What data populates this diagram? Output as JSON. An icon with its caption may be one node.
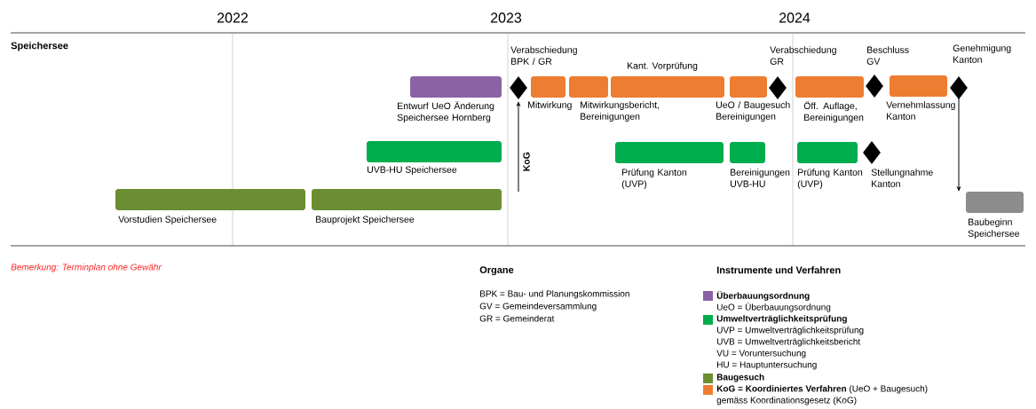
{
  "diagram": {
    "nodes": [
      {
        "text": [
          "Entwurf UeO Änderung Speichersee Hornberg"
        ]
      },
      {
        "text": [
          "Verabschiedung BPK / GR"
        ]
      },
      {
        "text": [
          "Mitwirkung"
        ]
      },
      {
        "text": [
          "Mitwirkungsbericht, Bereinigungen"
        ]
      },
      {
        "text": [
          "Kant. Vorprüfung"
        ]
      },
      {
        "text": [
          "UeO / Baugesuch Bereinigungen"
        ]
      },
      {
        "text": [
          "Verabschiedung GR"
        ]
      },
      {
        "text": [
          "Öff. Auflage, Bereinigungen"
        ]
      },
      {
        "text": [
          "Beschluss GV"
        ]
      },
      {
        "text": [
          "Vernehmlassung Kanton"
        ]
      },
      {
        "text": [
          "Genehmigung Kanton"
        ]
      },
      {
        "text": [
          "UVB-HU Speichersee"
        ]
      },
      {
        "text": [
          "Prüfung Kanton (UVP)"
        ]
      },
      {
        "text": [
          "Bereinigungen UVB-HU"
        ]
      },
      {
        "text": [
          "Prüfung Kanton (UVP)"
        ]
      },
      {
        "text": [
          "Stellungnahme Kanton"
        ]
      },
      {
        "text": [
          "Vorstudien Speichersee"
        ]
      },
      {
        "text": [
          "Bauprojekt Speichersee"
        ]
      },
      {
        "text": [
          "Baubeginn Speichersee"
        ]
      }
    ],
    "edges": [
      {
        "from": null,
        "to": 1,
        "arrow": "to",
        "label": "KoG"
      },
      {
        "from": 10,
        "to": 18,
        "arrow": "to"
      }
    ],
    "labels": [
      "2022",
      "2023",
      "2024",
      "Speichersee",
      "Bemerkung: Terminplan ohne Gewähr",
      "Organe",
      "BPK = Bau- und Planungskommission",
      "GV = Gemeindeversammlung",
      "GR = Gemeinderat",
      "Instrumente und Verfahren",
      "UeO = Überbauungsordnung",
      "UVP = Umweltverträglichkeitsprüfung",
      "UVB = Umweltverträglichkeitsbericht",
      "VU = Voruntersuchung",
      "HU = Hauptuntersuchung",
      "gemäss Koordinationsgesetz (KoG)"
    ],
    "legend": [
      {
        "text": "Überbauungsordnung",
        "color": "#8b62a3"
      },
      {
        "text": "Umweltverträglichkeitsprüfung",
        "color": "#00ad4e"
      },
      {
        "text": "Baugesuch",
        "color": "#6b8e32"
      },
      {
        "text": "**KoG = Koordiniertes Verfahren** (UeO + Baugesuch)",
        "color": "#ed7d31"
      }
    ]
  }
}
